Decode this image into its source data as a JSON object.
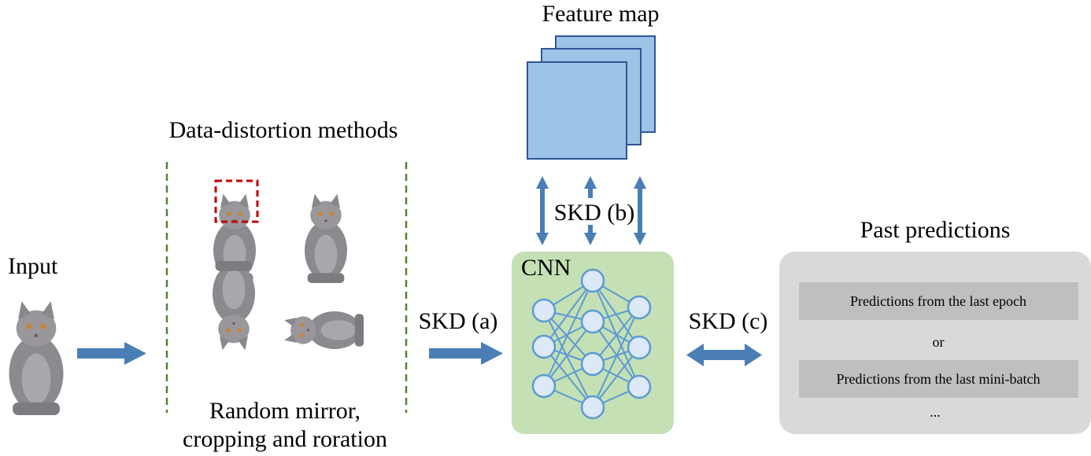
{
  "input": {
    "label": "Input"
  },
  "distortion": {
    "title": "Data-distortion methods",
    "caption_line1": "Random mirror,",
    "caption_line2": "cropping and roration"
  },
  "feature_map": {
    "title": "Feature map"
  },
  "cnn": {
    "label": "CNN"
  },
  "arrows": {
    "skd_a": "SKD (a)",
    "skd_b": "SKD (b)",
    "skd_c": "SKD (c)"
  },
  "past_predictions": {
    "title": "Past predictions",
    "item1": "Predictions from the last epoch",
    "separator": "or",
    "item2": "Predictions from the last mini-batch",
    "ellipsis": "..."
  },
  "colors": {
    "arrow": "#4a7eb5",
    "feature_map_fill": "#9dc3e6",
    "feature_map_stroke": "#2f5597",
    "cnn_fill": "#c5e0b4",
    "node_fill": "#dde9f7",
    "node_stroke": "#5b9bd5",
    "panel_fill": "#d9d9d9",
    "item_fill": "#bfbfbf",
    "dashed_green": "#548235",
    "crop_red": "#c00000",
    "cat_body": "#8c8a8f"
  }
}
